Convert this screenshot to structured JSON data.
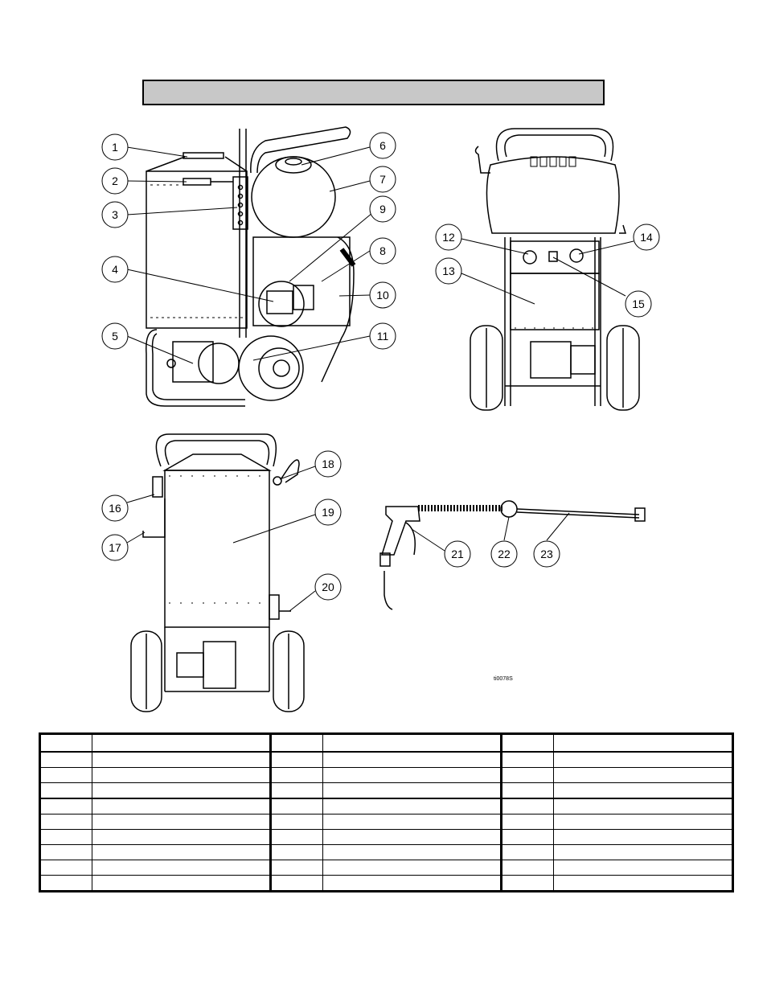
{
  "callouts": [
    {
      "n": "1"
    },
    {
      "n": "2"
    },
    {
      "n": "3"
    },
    {
      "n": "4"
    },
    {
      "n": "5"
    },
    {
      "n": "6"
    },
    {
      "n": "7"
    },
    {
      "n": "8"
    },
    {
      "n": "9"
    },
    {
      "n": "10"
    },
    {
      "n": "11"
    },
    {
      "n": "12"
    },
    {
      "n": "13"
    },
    {
      "n": "14"
    },
    {
      "n": "15"
    },
    {
      "n": "16"
    },
    {
      "n": "17"
    },
    {
      "n": "18"
    },
    {
      "n": "19"
    },
    {
      "n": "20"
    },
    {
      "n": "21"
    },
    {
      "n": "22"
    },
    {
      "n": "23"
    }
  ],
  "figure_id": "ti0078S",
  "table": {
    "columns": 6,
    "rows": 9
  }
}
